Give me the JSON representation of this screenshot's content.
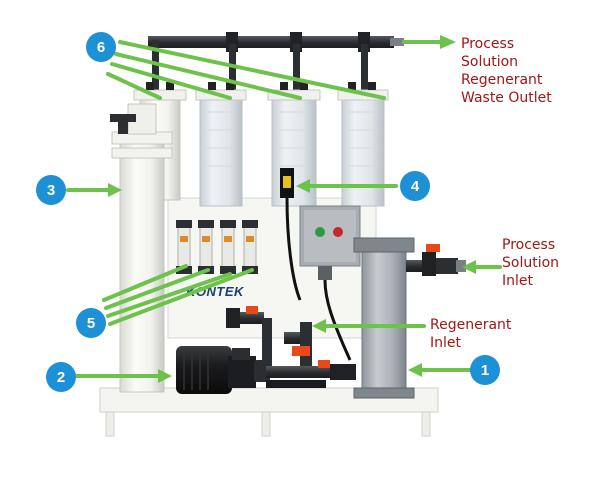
{
  "colors": {
    "badge": "#1e90d6",
    "arrow": "#6cc24a",
    "label": "#a21616",
    "pump_red": "#e64a19"
  },
  "callouts": [
    {
      "id": "1",
      "icon": "numbered-badge"
    },
    {
      "id": "2",
      "icon": "numbered-badge"
    },
    {
      "id": "3",
      "icon": "numbered-badge"
    },
    {
      "id": "4",
      "icon": "numbered-badge"
    },
    {
      "id": "5",
      "icon": "numbered-badge"
    },
    {
      "id": "6",
      "icon": "numbered-badge"
    }
  ],
  "labels": {
    "waste_outlet": [
      "Process",
      "Solution",
      "Regenerant",
      "Waste Outlet"
    ],
    "process_inlet": [
      "Process",
      "Solution",
      "Inlet"
    ],
    "regenerant_inlet": [
      "Regenerant",
      "Inlet"
    ]
  },
  "brand": "KONTEK"
}
